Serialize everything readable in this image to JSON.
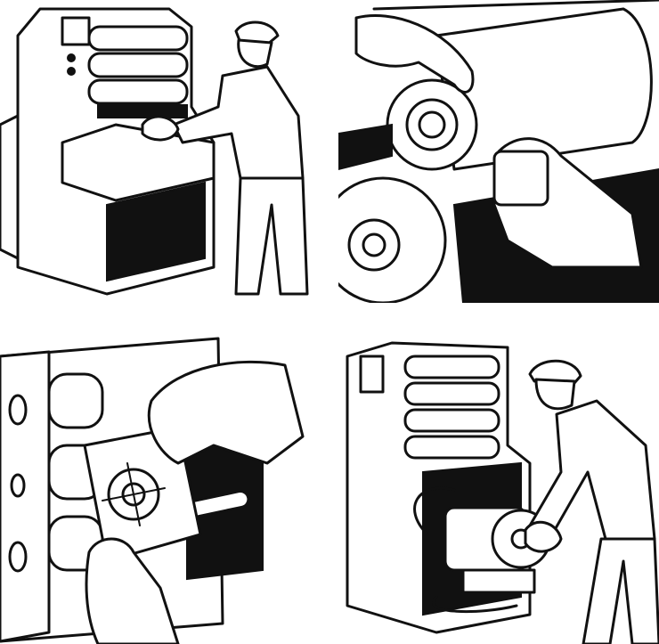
{
  "colors": {
    "ink": "#111111",
    "paper": "#ffffff"
  },
  "panels": [
    {
      "id": "p1",
      "scene": "worker-cleaning-press"
    },
    {
      "id": "p2",
      "scene": "hands-adjusting-rollers"
    },
    {
      "id": "p3",
      "scene": "hands-holding-registration-sheet"
    },
    {
      "id": "p4",
      "scene": "worker-servicing-motor"
    }
  ]
}
